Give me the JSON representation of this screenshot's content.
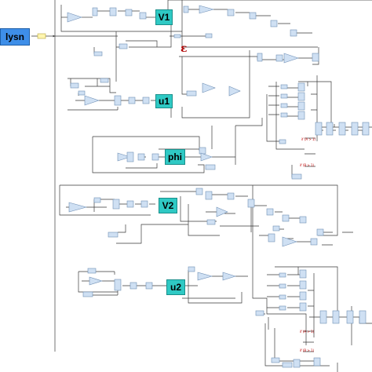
{
  "labels": {
    "input": "lysn",
    "v1": "V1",
    "u1": "u1",
    "phi": "phi",
    "v2": "V2",
    "u2": "u2",
    "epsilon": "ε"
  },
  "annotations": {
    "cond_a": "if (A > 1)",
    "cond_b": "if (B > 1)",
    "cond_c": "if (A > 1)",
    "cond_d": "if (B > 1)"
  },
  "colors": {
    "block_fill": "#cfe0f3",
    "block_stroke": "#6f8fb5",
    "wire": "#3a3a3a",
    "teal_label": "#2fc9c4",
    "blue_label": "#3e8ee8",
    "epsilon": "#b00000"
  }
}
